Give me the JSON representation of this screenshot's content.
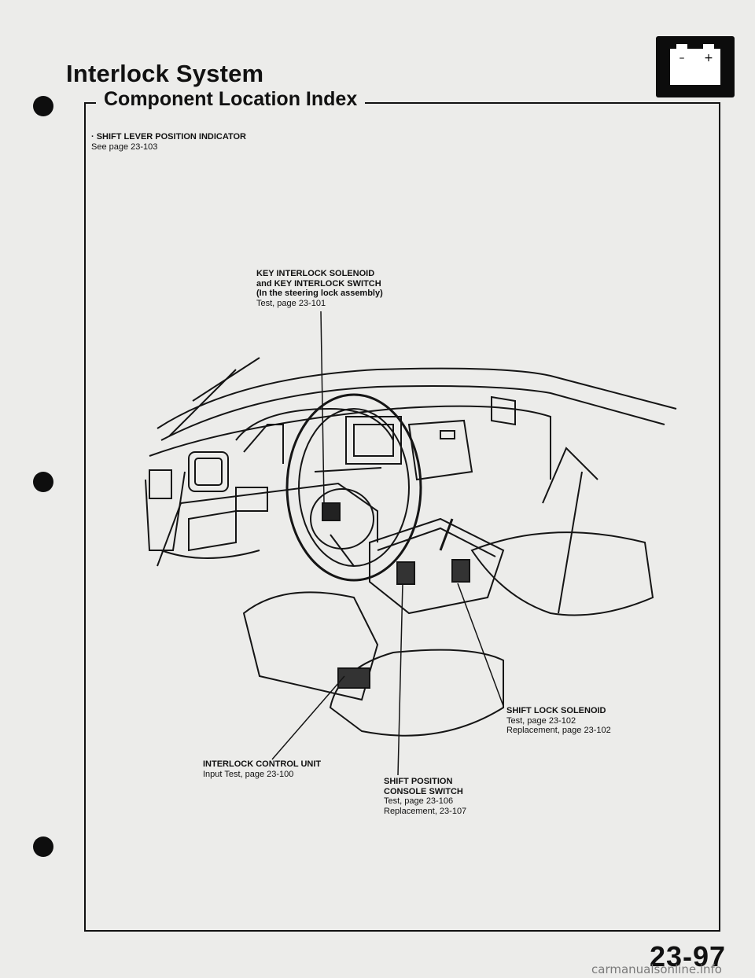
{
  "header": {
    "title": "Interlock System",
    "section_title": "Component Location Index",
    "battery_icon": "battery-icon",
    "battery_minus": "–",
    "battery_plus": "+"
  },
  "note": {
    "head": "· SHIFT LEVER POSITION INDICATOR",
    "ref": "See page 23-103"
  },
  "callouts": {
    "key_interlock": {
      "line1": "KEY INTERLOCK SOLENOID",
      "line2": "and KEY INTERLOCK SWITCH",
      "line3": "(In the steering lock assembly)",
      "ref1": "Test, page 23-101"
    },
    "shift_lock": {
      "line1": "SHIFT LOCK SOLENOID",
      "ref1": "Test, page 23-102",
      "ref2": "Replacement, page 23-102"
    },
    "interlock_control": {
      "line1": "INTERLOCK CONTROL UNIT",
      "ref1": "Input Test, page 23-100"
    },
    "shift_position": {
      "line1": "SHIFT POSITION",
      "line2": "CONSOLE SWITCH",
      "ref1": "Test, page 23-106",
      "ref2": "Replacement, 23-107"
    }
  },
  "footer": {
    "page_number": "23-97",
    "watermark": "carmanualsonline.info"
  }
}
